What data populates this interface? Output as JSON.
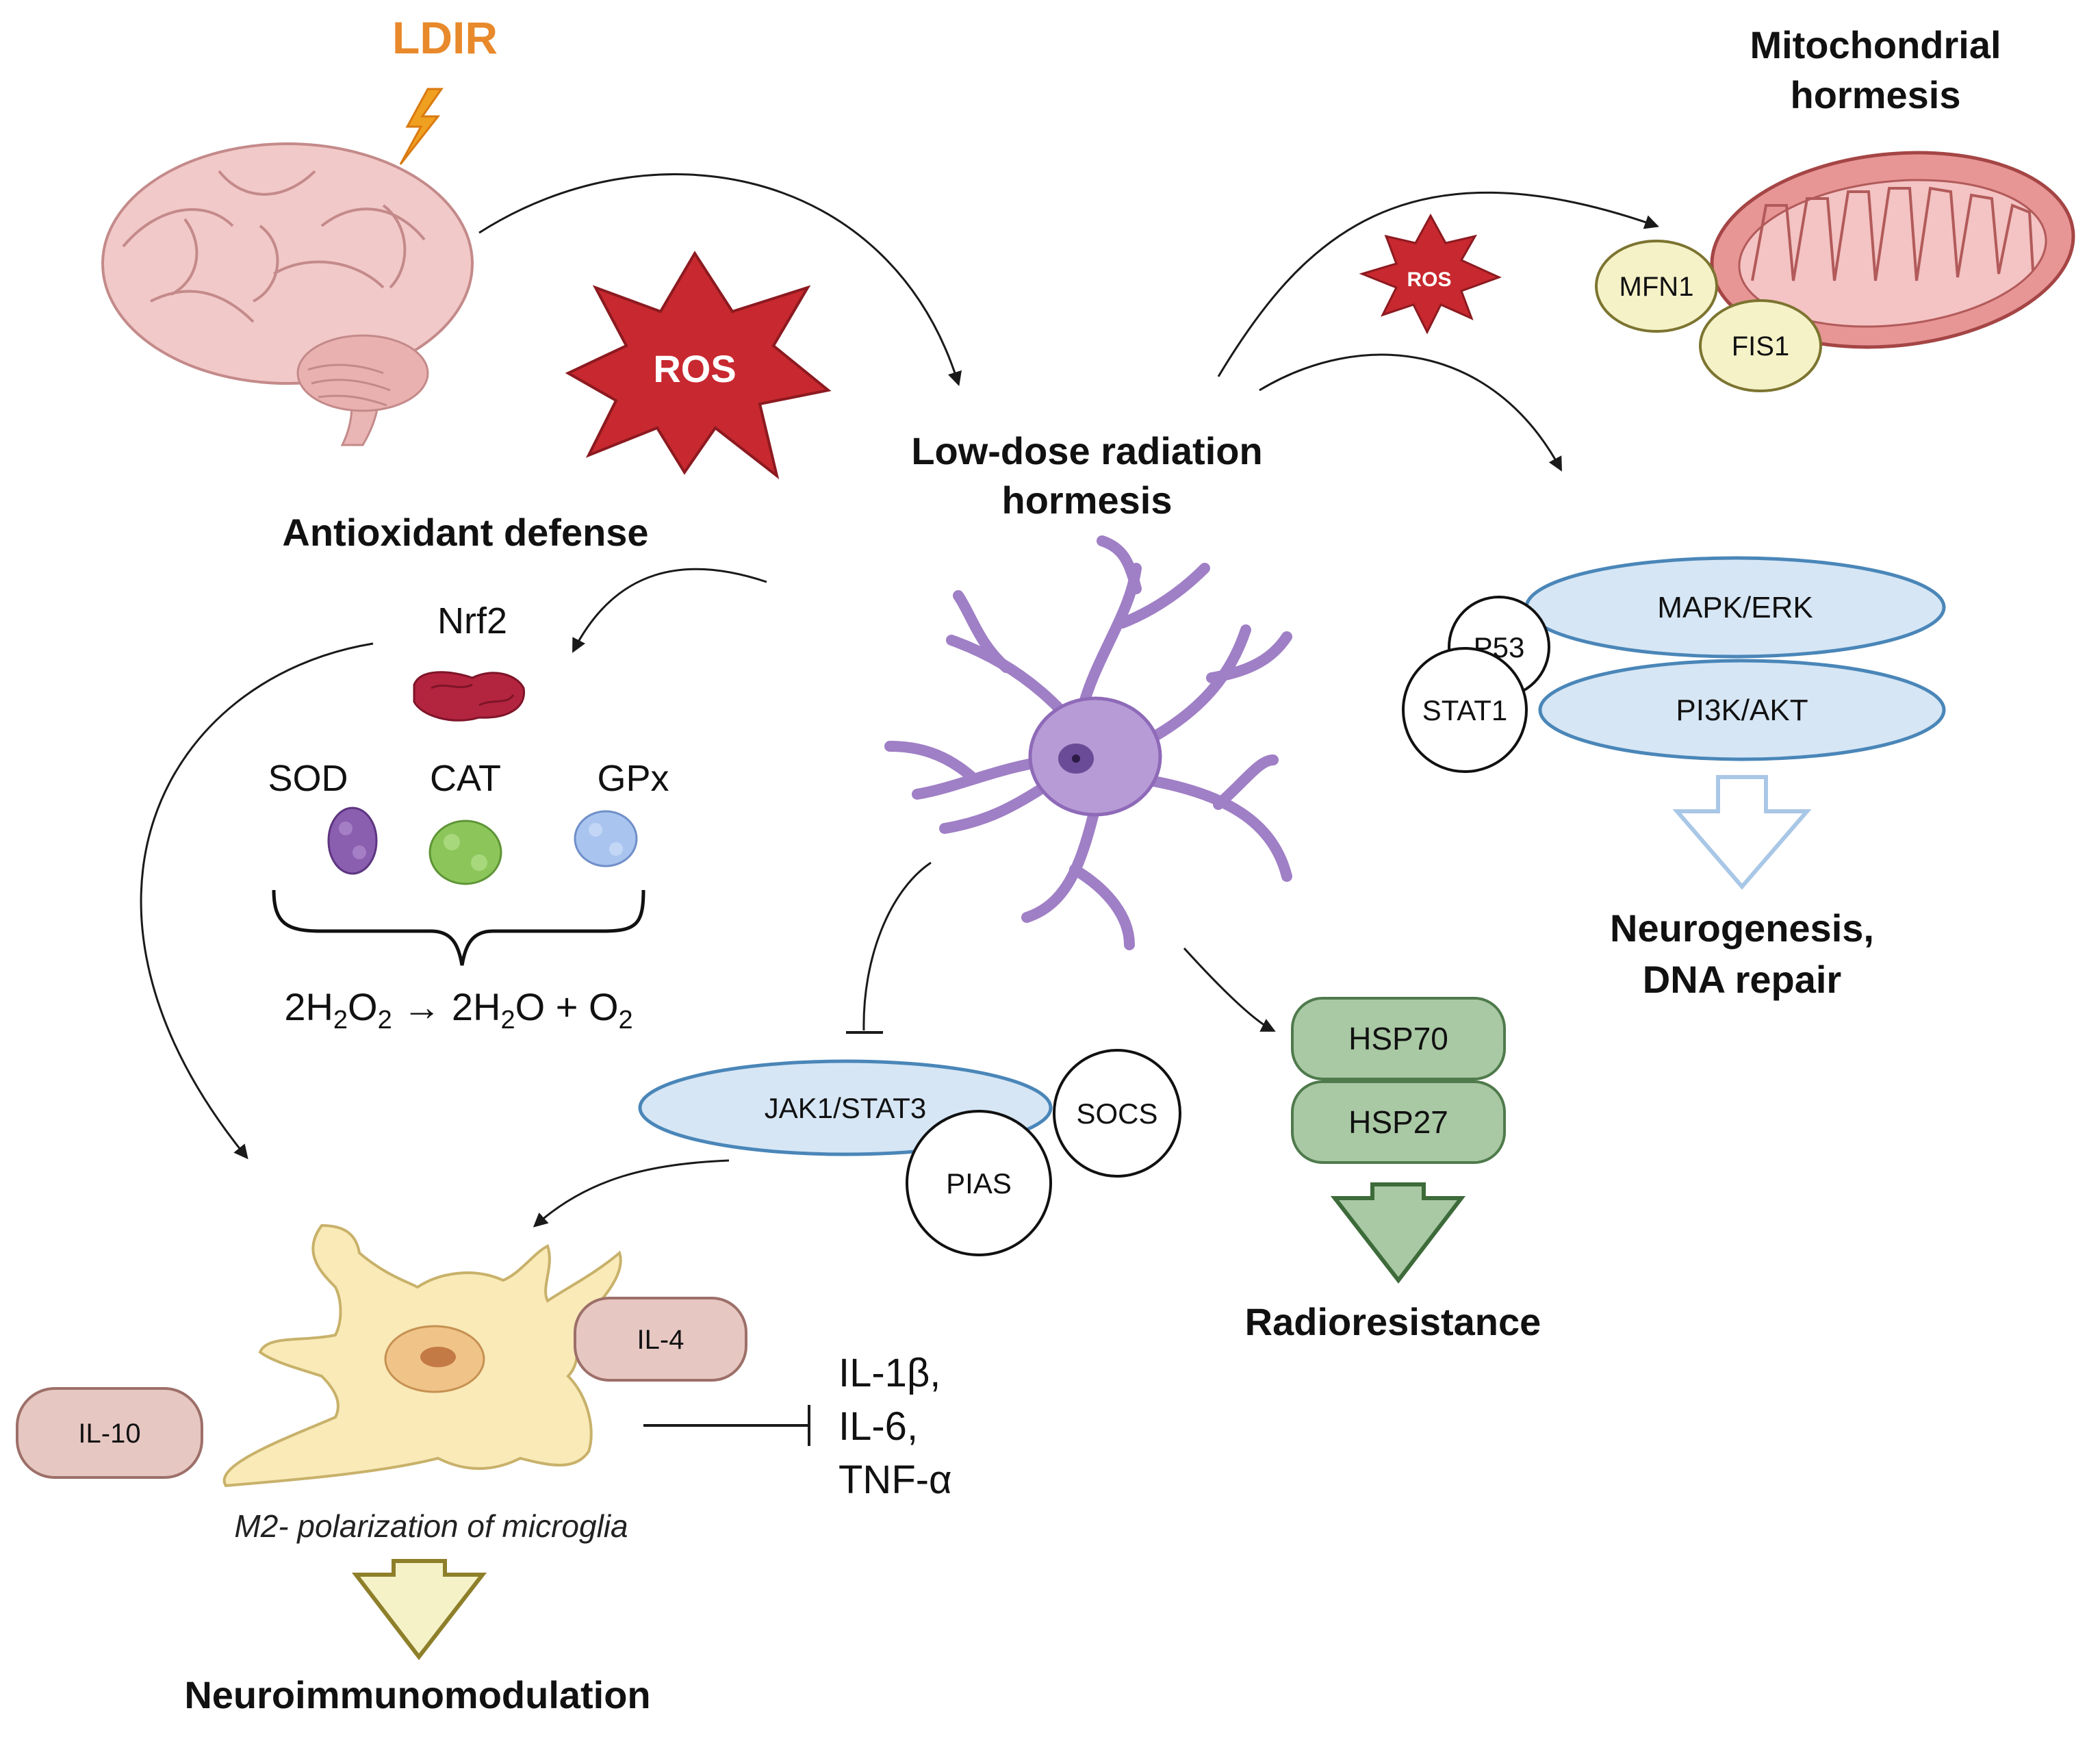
{
  "labels": {
    "ldir": "LDIR",
    "mito_title_line1": "Mitochondrial",
    "mito_title_line2": "hormesis",
    "ros_large": "ROS",
    "ros_small": "ROS",
    "center_title_line1": "Low-dose radiation",
    "center_title_line2": "hormesis",
    "antioxidant_title": "Antioxidant defense",
    "nrf2": "Nrf2",
    "sod": "SOD",
    "cat": "CAT",
    "gpx": "GPx",
    "mfn1": "MFN1",
    "fis1": "FIS1",
    "mapk_erk": "MAPK/ERK",
    "p53": "P53",
    "stat1": "STAT1",
    "pi3k_akt": "PI3K/AKT",
    "neurogenesis_line1": "Neurogenesis,",
    "neurogenesis_line2": "DNA repair",
    "jak_stat": "JAK1/STAT3",
    "socs": "SOCS",
    "pias": "PIAS",
    "hsp70": "HSP70",
    "hsp27": "HSP27",
    "radioresistance": "Radioresistance",
    "il4": "IL-4",
    "il10": "IL-10",
    "cytokines_line1": "IL-1β,",
    "cytokines_line2": "IL-6,",
    "cytokines_line3": "TNF-α",
    "m2_caption": "M2- polarization of microglia",
    "neuroimmuno": "Neuroimmunomodulation"
  },
  "equation": {
    "parts": [
      "2H",
      "2",
      "O",
      "2",
      " → 2H",
      "2",
      "O + O",
      "2"
    ]
  },
  "colors": {
    "ldir_orange": "#e8892b",
    "ros_red": "#c8282f",
    "pathway_blue_fill": "#d6e6f5",
    "pathway_blue_stroke": "#4a86b8",
    "hsp_green_fill": "#a9c8a4",
    "hsp_green_stroke": "#4f7a4c",
    "il_pink_fill": "#e6c7c2",
    "il_pink_stroke": "#9d6f69",
    "mito_yellow": "#f5f2c8",
    "microglia_cream": "#f9eab8",
    "neuron_purple": "#b79bd6"
  },
  "icons": [
    "lightning-icon",
    "brain-icon",
    "ros-burst-icon",
    "mitochondrion-icon",
    "neuron-icon",
    "microglia-icon",
    "protein-blob-icon",
    "hollow-arrow-icon"
  ]
}
